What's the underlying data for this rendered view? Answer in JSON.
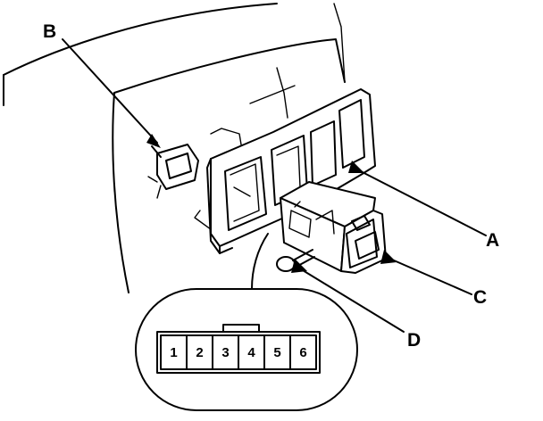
{
  "callouts": {
    "a": "A",
    "b": "B",
    "c": "C",
    "d": "D"
  },
  "connector": {
    "pins": [
      "1",
      "2",
      "3",
      "4",
      "5",
      "6"
    ]
  }
}
